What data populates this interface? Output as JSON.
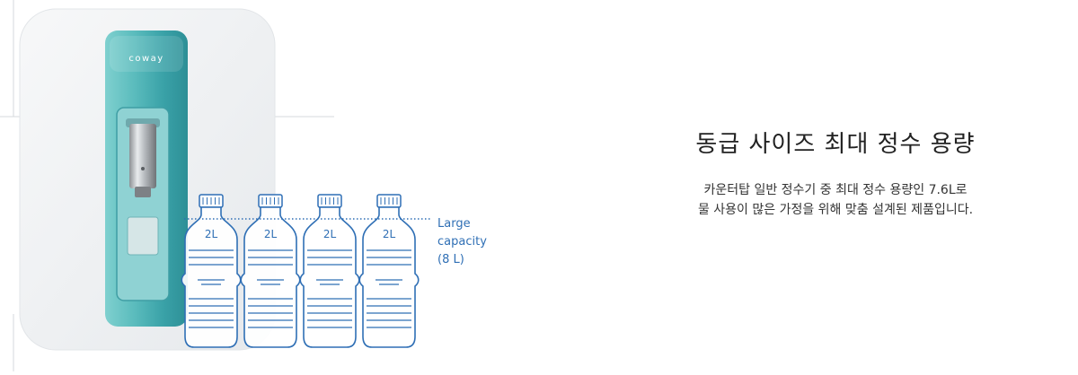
{
  "product": {
    "brand_logo": "coway",
    "bottle_label": "2L",
    "bottles": [
      "2L",
      "2L",
      "2L",
      "2L"
    ],
    "capacity_annotation": [
      "Large",
      "capacity",
      "(8 L)"
    ],
    "colors": {
      "teal": "#4fb0b5",
      "outline_blue": "#2f6fb5",
      "bg_white": "#ffffff"
    }
  },
  "content": {
    "headline": "동급 사이즈 최대 정수 용량",
    "description_lines": [
      "카운터탑 일반 정수기 중 최대 정수 용량인 7.6L로",
      "물 사용이 많은 가정을 위해 맞춤 설계된 제품입니다."
    ]
  }
}
